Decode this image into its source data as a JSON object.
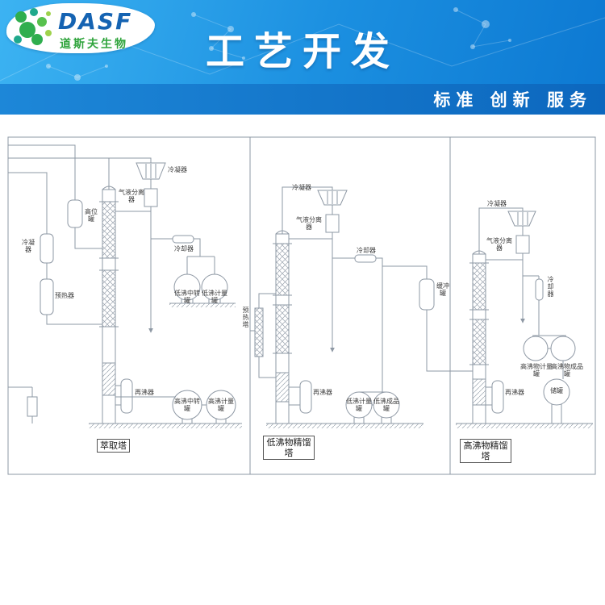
{
  "header": {
    "brand": "DASF",
    "brand_subtitle": "道斯夫生物",
    "title": "工艺开发",
    "slogan": "标准 创新 服务"
  },
  "palette": {
    "banner_blue_light": "#3cb3f2",
    "banner_blue_dark": "#0d79d2",
    "subband_blue": "#0c67be",
    "logo_blue": "#1563b2",
    "logo_green": "#2fa43c",
    "diagram_line": "#8e98a4",
    "label_text": "#3c3c3c"
  },
  "diagram": {
    "towers": [
      {
        "name": "萃取塔"
      },
      {
        "name": "低沸物精馏塔"
      },
      {
        "name": "高沸物精馏塔"
      }
    ],
    "labels": [
      {
        "text": "冷凝器"
      },
      {
        "text": "气液分离器"
      },
      {
        "text": "高位罐"
      },
      {
        "text": "冷凝器"
      },
      {
        "text": "预热器"
      },
      {
        "text": "冷却器"
      },
      {
        "text": "低沸中转罐"
      },
      {
        "text": "低沸计量罐"
      },
      {
        "text": "再沸器"
      },
      {
        "text": "高沸中转罐"
      },
      {
        "text": "高沸计量罐"
      },
      {
        "text": "冷凝器"
      },
      {
        "text": "气液分离器"
      },
      {
        "text": "冷却器"
      },
      {
        "text": "预热塔"
      },
      {
        "text": "缓冲罐"
      },
      {
        "text": "再沸器"
      },
      {
        "text": "低沸计量罐"
      },
      {
        "text": "低沸成品罐"
      },
      {
        "text": "冷凝器"
      },
      {
        "text": "气液分离器"
      },
      {
        "text": "冷却器"
      },
      {
        "text": "高沸物计量罐"
      },
      {
        "text": "高沸物成品罐"
      },
      {
        "text": "再沸器"
      },
      {
        "text": "储罐"
      }
    ]
  }
}
